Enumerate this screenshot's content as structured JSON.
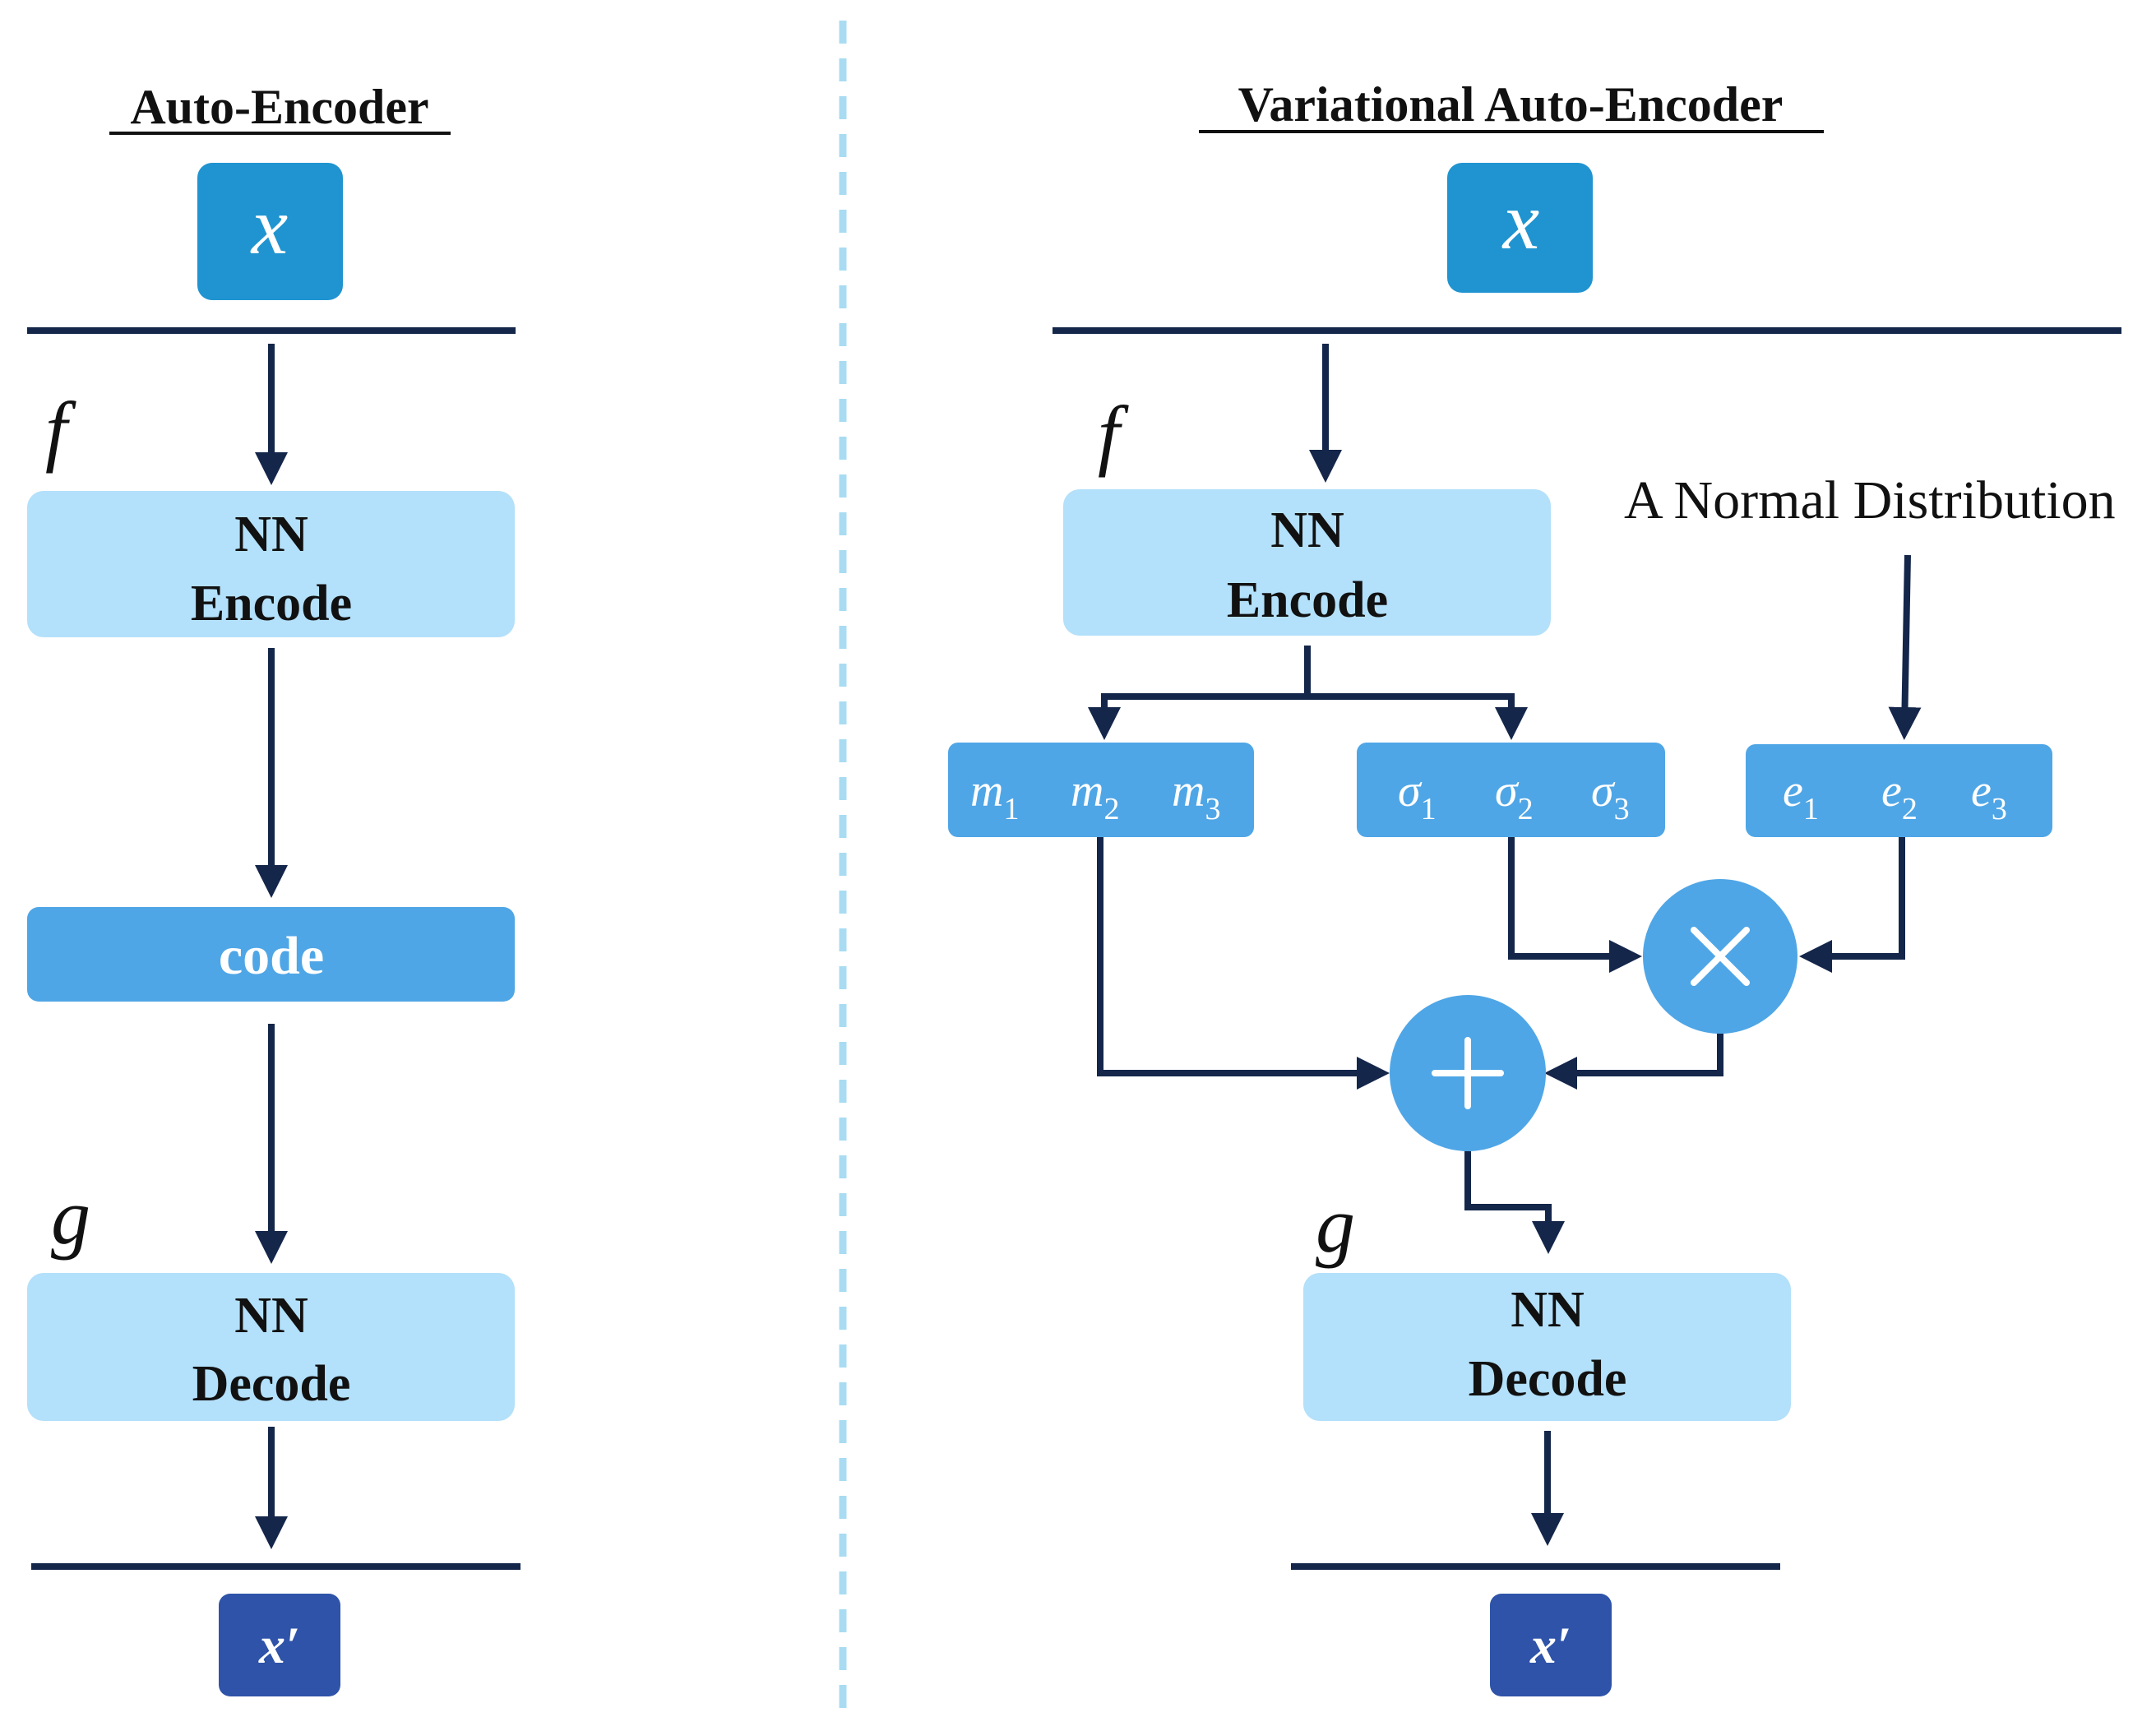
{
  "colors": {
    "input_box": "#2094d0",
    "output_box": "#2e53a8",
    "nn_box": "#b3e0fa",
    "vector_box": "#4fa6e6",
    "operator_circle": "#4fa6e6",
    "arrow": "#14264a",
    "divider": "#a9dcf2"
  },
  "ae": {
    "title": "Auto-Encoder",
    "input": "x",
    "f": "f",
    "encoder": {
      "line1": "NN",
      "line2": "Encode"
    },
    "code": "code",
    "g": "g",
    "decoder": {
      "line1": "NN",
      "line2": "Decode"
    },
    "output": "x′"
  },
  "vae": {
    "title": "Variational Auto-Encoder",
    "input": "x",
    "f": "f",
    "encoder": {
      "line1": "NN",
      "line2": "Encode"
    },
    "normal_label": "A Normal Distribution",
    "m": {
      "sym": "m",
      "subs": [
        "1",
        "2",
        "3"
      ]
    },
    "sigma": {
      "sym": "σ",
      "subs": [
        "1",
        "2",
        "3"
      ]
    },
    "e": {
      "sym": "e",
      "subs": [
        "1",
        "2",
        "3"
      ]
    },
    "multiply_op": "×",
    "add_op": "+",
    "g": "g",
    "decoder": {
      "line1": "NN",
      "line2": "Decode"
    },
    "output": "x′"
  }
}
